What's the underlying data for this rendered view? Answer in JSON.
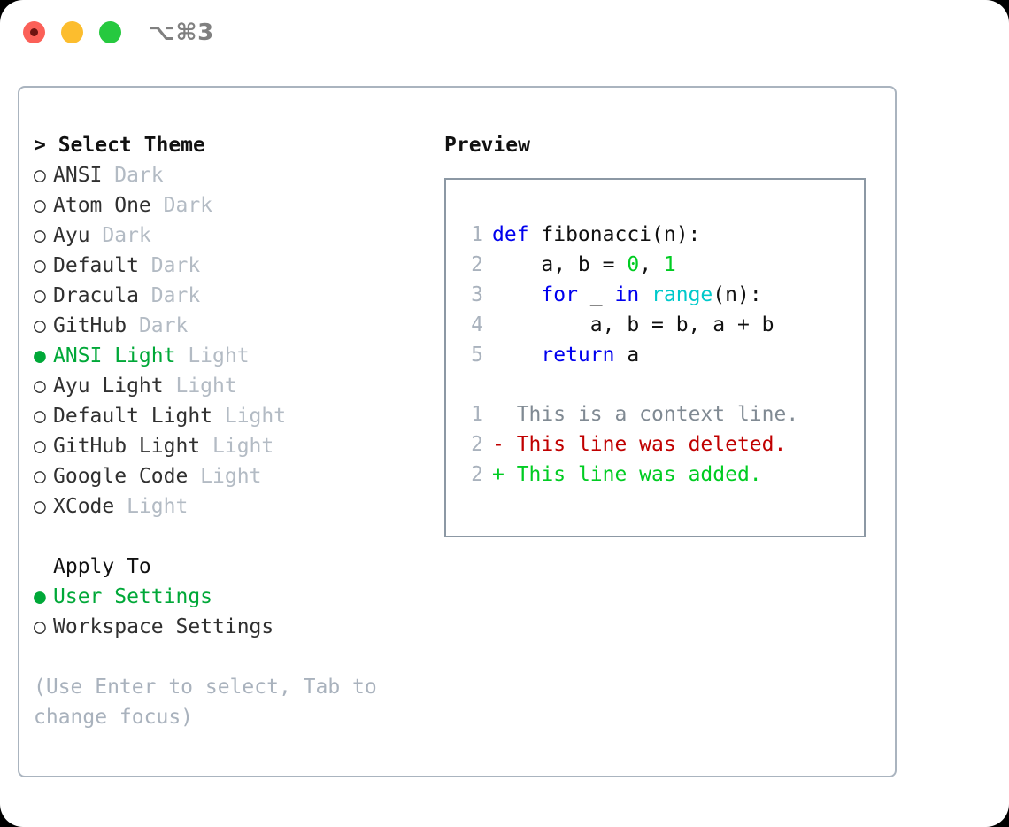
{
  "window": {
    "title": "⌥⌘3",
    "traffic_lights": [
      {
        "name": "close",
        "color": "#fb6058"
      },
      {
        "name": "minimize",
        "color": "#fcbd2e"
      },
      {
        "name": "maximize",
        "color": "#26c93f"
      }
    ]
  },
  "theme_selector": {
    "heading": "> Select Theme",
    "radio_on_glyph": "●",
    "radio_off_glyph": "○",
    "accent_color": "#00a838",
    "muted_color": "#b3bbc4",
    "items": [
      {
        "name": "ANSI",
        "kind": "Dark",
        "selected": false
      },
      {
        "name": "Atom One",
        "kind": "Dark",
        "selected": false
      },
      {
        "name": "Ayu",
        "kind": "Dark",
        "selected": false
      },
      {
        "name": "Default",
        "kind": "Dark",
        "selected": false
      },
      {
        "name": "Dracula",
        "kind": "Dark",
        "selected": false
      },
      {
        "name": "GitHub",
        "kind": "Dark",
        "selected": false
      },
      {
        "name": "ANSI Light",
        "kind": "Light",
        "selected": true
      },
      {
        "name": "Ayu Light",
        "kind": "Light",
        "selected": false
      },
      {
        "name": "Default Light",
        "kind": "Light",
        "selected": false
      },
      {
        "name": "GitHub Light",
        "kind": "Light",
        "selected": false
      },
      {
        "name": "Google Code",
        "kind": "Light",
        "selected": false
      },
      {
        "name": "XCode",
        "kind": "Light",
        "selected": false
      }
    ]
  },
  "apply_to": {
    "heading": "Apply To",
    "options": [
      {
        "label": "User Settings",
        "selected": true
      },
      {
        "label": "Workspace Settings",
        "selected": false
      }
    ]
  },
  "hint": "(Use Enter to select, Tab to change focus)",
  "preview": {
    "heading": "Preview",
    "code_lines": [
      {
        "n": "1",
        "tokens": [
          {
            "t": "def",
            "c": "kw"
          },
          {
            "t": " fibonacci(n):",
            "c": "plain"
          }
        ]
      },
      {
        "n": "2",
        "tokens": [
          {
            "t": "    a, b = ",
            "c": "plain"
          },
          {
            "t": "0",
            "c": "num"
          },
          {
            "t": ", ",
            "c": "plain"
          },
          {
            "t": "1",
            "c": "num"
          }
        ]
      },
      {
        "n": "3",
        "tokens": [
          {
            "t": "    ",
            "c": "plain"
          },
          {
            "t": "for",
            "c": "kw"
          },
          {
            "t": " _ ",
            "c": "plain"
          },
          {
            "t": "in",
            "c": "kw"
          },
          {
            "t": " ",
            "c": "plain"
          },
          {
            "t": "range",
            "c": "bi"
          },
          {
            "t": "(n):",
            "c": "plain"
          }
        ]
      },
      {
        "n": "4",
        "tokens": [
          {
            "t": "        a, b = b, a + b",
            "c": "plain"
          }
        ]
      },
      {
        "n": "5",
        "tokens": [
          {
            "t": "    ",
            "c": "plain"
          },
          {
            "t": "return",
            "c": "kw"
          },
          {
            "t": " a",
            "c": "plain"
          }
        ]
      }
    ],
    "diff_lines": [
      {
        "n": "1",
        "marker": "  ",
        "text": "This is a context line.",
        "cls": "d-ctx"
      },
      {
        "n": "2",
        "marker": "- ",
        "text": "This line was deleted.",
        "cls": "d-del"
      },
      {
        "n": "2",
        "marker": "+ ",
        "text": "This line was added.",
        "cls": "d-add"
      }
    ]
  }
}
